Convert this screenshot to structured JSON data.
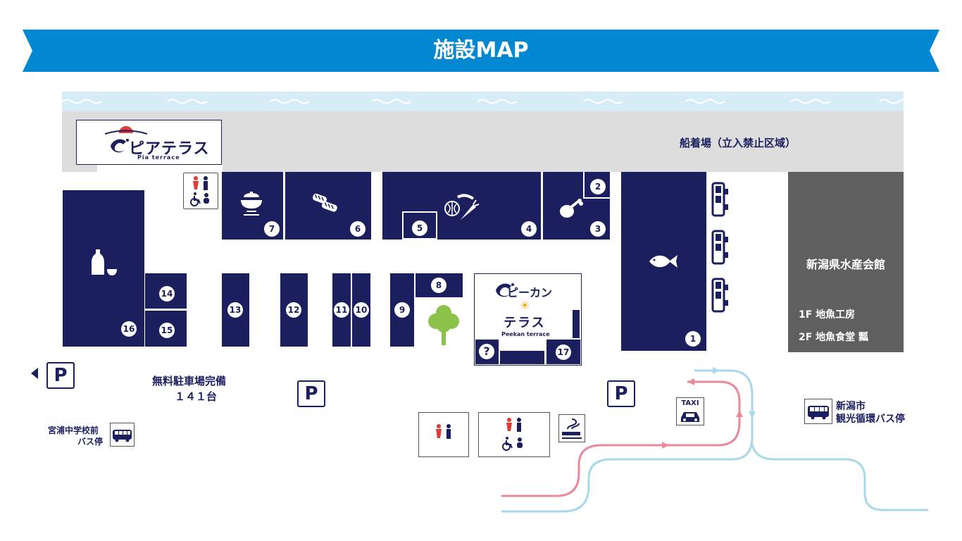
{
  "title": "施設MAP",
  "colors": {
    "banner": "#0288d1",
    "navy": "#1b1f5e",
    "gray": "#5f5f5f",
    "water": "#d6edf8",
    "pier": "#dddddd",
    "route_pink": "#e88a9a",
    "route_blue": "#a9d8ec"
  },
  "pia_terrace": {
    "name": "ピアテラス",
    "sub": "Pia terrace"
  },
  "pier_label": "船着場（立入禁止区域）",
  "suisan": {
    "name": "新潟県水産会館",
    "floor1": "1F 地魚工房",
    "floor2": "2F 地魚食堂 瓢"
  },
  "peekan": {
    "name1": "ピーカン",
    "name2": "テラス",
    "sub": "Peekan terrace"
  },
  "parking": {
    "label": "無料駐車場完備",
    "count": "１４１台",
    "symbol": "P"
  },
  "bus_left": {
    "line1": "宮浦中学校前",
    "line2": "バス停"
  },
  "bus_right": {
    "line1": "新潟市",
    "line2": "観光循環バス停"
  },
  "taxi": "TAXI",
  "info_symbol": "?",
  "shops": [
    "1",
    "2",
    "3",
    "4",
    "5",
    "6",
    "7",
    "8",
    "9",
    "10",
    "11",
    "12",
    "13",
    "14",
    "15",
    "16",
    "17"
  ]
}
